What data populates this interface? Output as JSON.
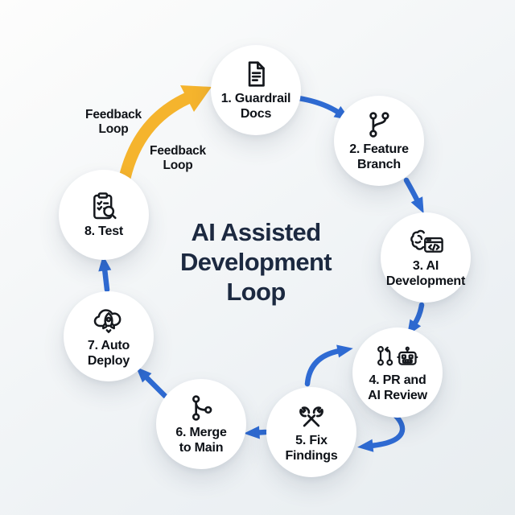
{
  "title": {
    "lines": [
      "AI Assisted",
      "Development",
      "Loop"
    ]
  },
  "feedback_labels": [
    {
      "line1": "Feedback",
      "line2": "Loop"
    },
    {
      "line1": "Feedback",
      "line2": "Loop"
    }
  ],
  "nodes": [
    {
      "order": "1",
      "icon": "document-icon",
      "lines": [
        "1. Guardrail",
        "Docs"
      ]
    },
    {
      "order": "2",
      "icon": "git-branch-icon",
      "lines": [
        "2. Feature",
        "Branch"
      ]
    },
    {
      "order": "3",
      "icon": "brain-code-icon",
      "lines": [
        "3. AI",
        "Development"
      ]
    },
    {
      "order": "4",
      "icon": "pull-request-robot-icon",
      "lines": [
        "4. PR and",
        "AI Review"
      ]
    },
    {
      "order": "5",
      "icon": "crossed-tools-icon",
      "lines": [
        "5. Fix",
        "Findings"
      ]
    },
    {
      "order": "6",
      "icon": "git-merge-icon",
      "lines": [
        "6. Merge",
        "to Main"
      ]
    },
    {
      "order": "7",
      "icon": "cloud-rocket-icon",
      "lines": [
        "7. Auto",
        "Deploy"
      ]
    },
    {
      "order": "8",
      "icon": "clipboard-search-icon",
      "lines": [
        "8. Test"
      ]
    }
  ],
  "colors": {
    "arrow_blue": "#2F6BD3",
    "arrow_yellow": "#F5B42D",
    "title_text": "#1C2940",
    "node_label": "#0D1117",
    "icon_stroke": "#15181D",
    "node_bg": "#FFFFFF"
  }
}
